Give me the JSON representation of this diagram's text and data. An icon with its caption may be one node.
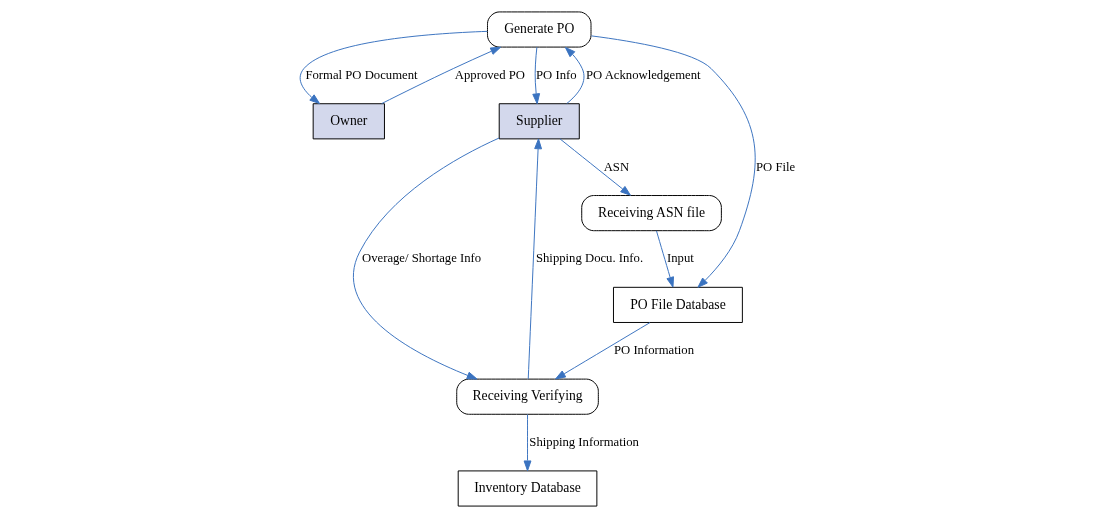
{
  "diagram": {
    "nodes": [
      {
        "text": [
          "Generate PO"
        ]
      },
      {
        "text": [
          "Owner"
        ]
      },
      {
        "text": [
          "Supplier"
        ]
      },
      {
        "text": [
          "Receiving ASN file"
        ]
      },
      {
        "text": [
          "PO File Database"
        ]
      },
      {
        "text": [
          "Receiving Verifying"
        ]
      },
      {
        "text": [
          "Inventory Database"
        ]
      }
    ],
    "edges": [
      {
        "from": 0,
        "to": 2,
        "arrow": "to",
        "label": "PO Info"
      },
      {
        "from": 2,
        "to": 0,
        "arrow": "to",
        "label": "PO Acknowledgement"
      },
      {
        "from": 1,
        "to": 0,
        "arrow": "to",
        "label": "Approved PO"
      },
      {
        "from": 0,
        "to": 1,
        "arrow": "to",
        "label": "Formal PO Document"
      },
      {
        "from": 2,
        "to": 3,
        "arrow": "to",
        "label": "ASN"
      },
      {
        "from": 3,
        "to": 4,
        "arrow": "to",
        "label": "Input"
      },
      {
        "from": 0,
        "to": 4,
        "arrow": "to",
        "label": "PO File"
      },
      {
        "from": 2,
        "to": 5,
        "arrow": "to",
        "label": "Overage/ Shortage Info"
      },
      {
        "from": 5,
        "to": 2,
        "arrow": "to",
        "label": "Shipping Docu. Info."
      },
      {
        "from": 4,
        "to": 5,
        "arrow": "to",
        "label": "PO Information"
      },
      {
        "from": 5,
        "to": 6,
        "arrow": "to",
        "label": "Shipping Information"
      }
    ]
  }
}
